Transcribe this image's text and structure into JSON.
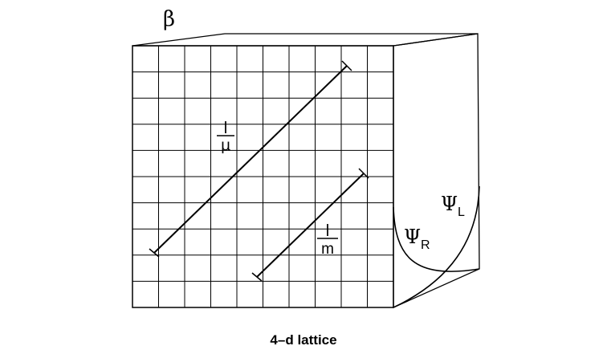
{
  "diagram": {
    "beta_label": "β",
    "length_mu": {
      "numerator": "l",
      "denominator": "μ"
    },
    "length_m": {
      "numerator": "l",
      "denominator": "m"
    },
    "psi_right": {
      "symbol": "Ψ",
      "subscript": "R"
    },
    "psi_left": {
      "symbol": "Ψ",
      "subscript": "L"
    },
    "lattice": {
      "columns": 10,
      "rows": 10
    },
    "caption": "4–d lattice"
  }
}
